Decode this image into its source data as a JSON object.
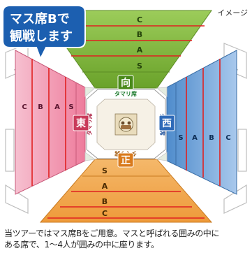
{
  "image_note": "イメージ",
  "callout": {
    "line1": "マス席B",
    "line1_suffix": "で",
    "line2": "観戦します",
    "bg_color": "#1c5fb0",
    "border_color": "#ffffff"
  },
  "directions": {
    "north": "向",
    "south": "正",
    "east": "東",
    "west": "西"
  },
  "tamari_label": "タマリ席",
  "sections": {
    "north": [
      "C",
      "B",
      "A",
      "S"
    ],
    "south": [
      "S",
      "A",
      "B",
      "C"
    ],
    "east": [
      "C",
      "B",
      "A",
      "S"
    ],
    "west": [
      "S",
      "A",
      "B",
      "C"
    ]
  },
  "colors": {
    "north": "#7fb83a",
    "south": "#f0a24a",
    "east": "#f08aa8",
    "west": "#6a9fd6",
    "highlight_border": "#e02020",
    "tamari_bg": "#ffffff",
    "ring_bg": "#ece6d8"
  },
  "caption": {
    "line1": "当ツアーではマス席Bをご用意。マスと呼ばれる囲みの中に",
    "line2": "ある席で、1～4人が囲みの中に座ります。"
  }
}
